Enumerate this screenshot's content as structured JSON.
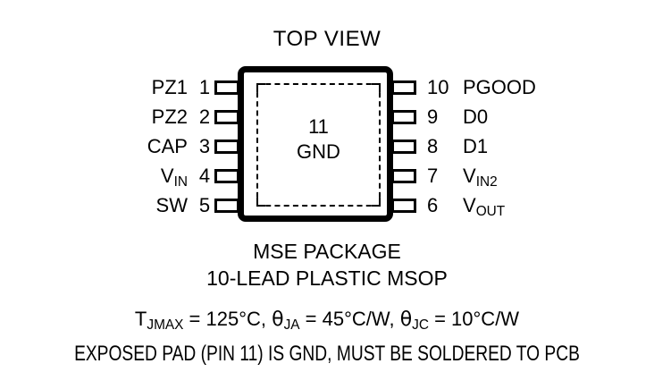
{
  "title": "TOP VIEW",
  "package": {
    "body_label_number": "11",
    "body_label_name": "GND",
    "pad_name": "exposed-pad"
  },
  "pins": {
    "left": [
      {
        "number": "1",
        "name": "PZ1",
        "sub": ""
      },
      {
        "number": "2",
        "name": "PZ2",
        "sub": ""
      },
      {
        "number": "3",
        "name": "CAP",
        "sub": ""
      },
      {
        "number": "4",
        "name": "V",
        "sub": "IN"
      },
      {
        "number": "5",
        "name": "SW",
        "sub": ""
      }
    ],
    "right": [
      {
        "number": "10",
        "name": "PGOOD",
        "sub": ""
      },
      {
        "number": "9",
        "name": "D0",
        "sub": ""
      },
      {
        "number": "8",
        "name": "D1",
        "sub": ""
      },
      {
        "number": "7",
        "name": "V",
        "sub": "IN2"
      },
      {
        "number": "6",
        "name": "V",
        "sub": "OUT"
      }
    ]
  },
  "captions": {
    "package_name": "MSE PACKAGE",
    "lead_count": "10-LEAD PLASTIC MSOP",
    "thermal": {
      "tjmax_symbol": "T",
      "tjmax_sub": "JMAX",
      "tjmax_value": " = 125°C, ",
      "theta_ja_symbol": "θ",
      "theta_ja_sub": "JA",
      "theta_ja_value": " = 45°C/W, ",
      "theta_jc_symbol": "θ",
      "theta_jc_sub": "JC",
      "theta_jc_value": " = 10°C/W"
    },
    "exposed_pad_note": "EXPOSED PAD (PIN 11) IS GND, MUST BE SOLDERED TO PCB"
  },
  "colors": {
    "ink": "#000000",
    "background": "#ffffff"
  }
}
